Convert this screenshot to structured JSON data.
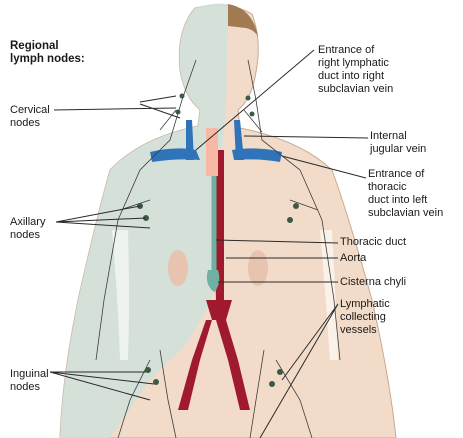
{
  "labels": {
    "heading": "Regional\nlymph nodes:",
    "cervical": "Cervical\nnodes",
    "axillary": "Axillary\nnodes",
    "inguinal": "Inguinal\nnodes",
    "right_duct_entrance": "Entrance of\nright lymphatic\nduct into right\nsubclavian vein",
    "internal_jugular": "Internal\njugular vein",
    "thoracic_duct_entrance": "Entrance of\nthoracic\nduct into left\nsubclavian vein",
    "thoracic_duct": "Thoracic duct",
    "aorta": "Aorta",
    "cisterna_chyli": "Cisterna chyli",
    "collecting_vessels": "Lymphatic\ncollecting\nvessels"
  },
  "colors": {
    "skin": "#f2dcc9",
    "lymph_region": "#cfe0da",
    "hair": "#a37b52",
    "aorta": "#a01a2e",
    "vein": "#2f73b8",
    "duct": "#6fb0a2",
    "vessel": "#3d3d3d",
    "line": "#2a2a2a"
  }
}
